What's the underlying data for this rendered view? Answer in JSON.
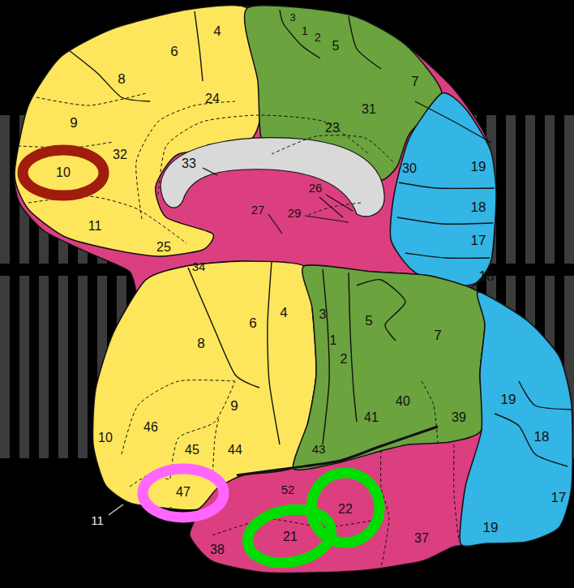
{
  "diagram": {
    "labels": [
      "4",
      "3",
      "1",
      "2",
      "5",
      "6",
      "8",
      "24",
      "7",
      "31",
      "9",
      "23",
      "32",
      "10",
      "33",
      "30",
      "19",
      "26",
      "18",
      "27",
      "29",
      "11",
      "17",
      "25",
      "34",
      "18",
      "6",
      "4",
      "3",
      "5",
      "7",
      "8",
      "1",
      "2",
      "9",
      "19",
      "40",
      "41",
      "39",
      "43",
      "10",
      "46",
      "18",
      "45",
      "44",
      "47",
      "22",
      "52",
      "17",
      "11",
      "21",
      "38",
      "37",
      "19"
    ]
  }
}
